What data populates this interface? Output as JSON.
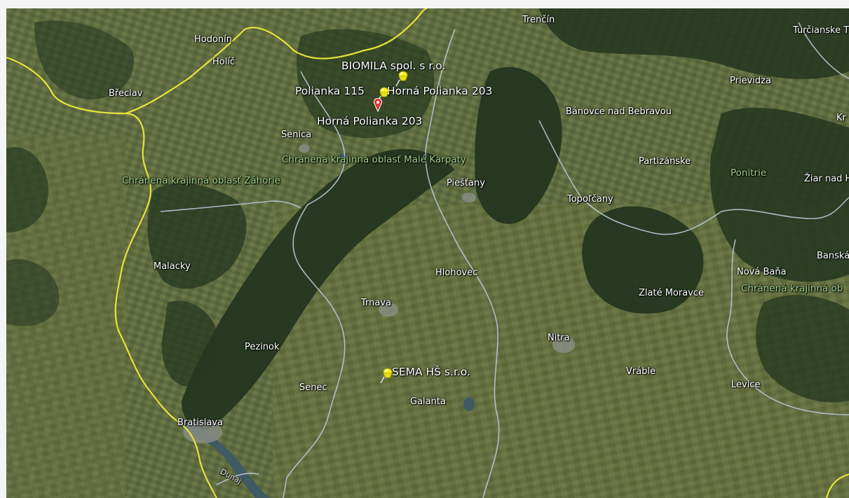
{
  "map": {
    "colors": {
      "border_country": "#e6e23a",
      "border_region": "#b9c6d6",
      "forest": "#24361f",
      "farmland": "#5e6b3f",
      "water": "#3f5a63",
      "city": "#8b8f86"
    },
    "place_labels": [
      {
        "name": "Trenčín"
      },
      {
        "name": "Turčianske T"
      },
      {
        "name": "Hodonín"
      },
      {
        "name": "Holíč"
      },
      {
        "name": "Břeclav"
      },
      {
        "name": "Prievidza"
      },
      {
        "name": "Bánovce nad Bebravou"
      },
      {
        "name": "Kr"
      },
      {
        "name": "Senica"
      },
      {
        "name": "Partizánske"
      },
      {
        "name": "Piešťany"
      },
      {
        "name": "Topoľčany"
      },
      {
        "name": "Žiar nad H"
      },
      {
        "name": "Malacky"
      },
      {
        "name": "Banská"
      },
      {
        "name": "Hlohovec"
      },
      {
        "name": "Nová Baňa"
      },
      {
        "name": "Trnava"
      },
      {
        "name": "Zlaté Moravce"
      },
      {
        "name": "Nitra"
      },
      {
        "name": "Pezinok"
      },
      {
        "name": "Vráble"
      },
      {
        "name": "Senec"
      },
      {
        "name": "Levice"
      },
      {
        "name": "Galanta"
      },
      {
        "name": "Bratislava"
      }
    ],
    "area_labels": [
      {
        "name": "Chránená krajinná oblasť Malé Karpaty"
      },
      {
        "name": "Chránená krajinná oblasť Záhorie"
      },
      {
        "name": "Ponitrie"
      },
      {
        "name": "Chránená krajinná ob"
      }
    ],
    "river_labels": [
      {
        "name": "Dunaj"
      }
    ],
    "pins": [
      {
        "label": "BIOMILA spol. s r.o.",
        "icon": "yellow-pushpin-icon"
      },
      {
        "label": "Horná Polianka 203",
        "icon": "yellow-pushpin-icon"
      },
      {
        "label": "Polianka 115",
        "icon": "none"
      },
      {
        "label": "Horná Polianka 203",
        "icon": "red-marker-icon"
      },
      {
        "label": "SEMA HŠ s.r.o.",
        "icon": "yellow-pushpin-icon"
      }
    ]
  }
}
